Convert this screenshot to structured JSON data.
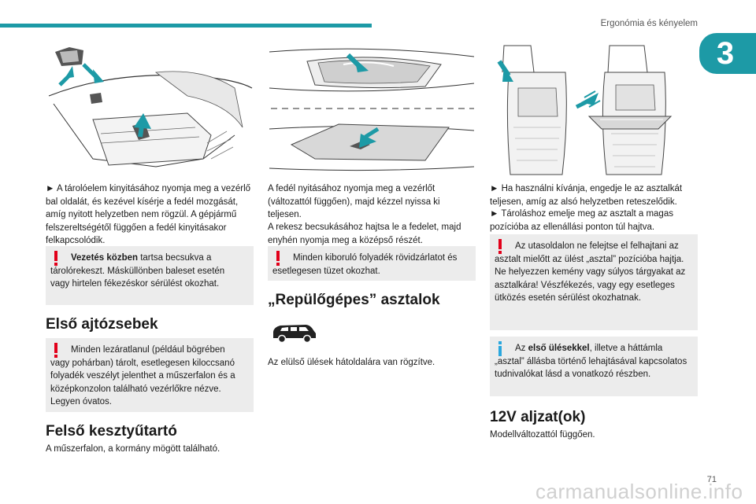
{
  "header": {
    "title": "Ergonómia és kényelem",
    "chapter": "3"
  },
  "col1": {
    "p1": "► A tárolóelem kinyitásához nyomja meg a vezérlő bal oldalát, és kezével kísérje a fedél mozgását, amíg nyitott helyzetben nem rögzül. A gépjármű felszereltségétől függően a fedél kinyitásakor felkapcsolódik.",
    "warn1_bold": "Vezetés közben",
    "warn1_rest": " tartsa becsukva a tárolórekeszt. Másküllönben baleset esetén vagy hirtelen fékezéskor sérülést okozhat.",
    "h_doors": "Első ajtózsebek",
    "warn2": "Minden lezáratlanul (például bögrében vagy pohárban) tárolt, esetlegesen kiloccsanó folyadék veszélyt jelenthet a műszerfalon és a középkonzolon található vezérlőkre nézve. Legyen óvatos.",
    "h_glove": "Felső kesztyűtartó",
    "p_glove": "A műszerfalon, a kormány mögött található."
  },
  "col2": {
    "p1": "A fedél nyitásához nyomja meg a vezérlőt (változattól függően), majd kézzel nyissa ki teljesen.",
    "p2": "A rekesz becsukásához hajtsa le a fedelet, majd enyhén nyomja meg a középső részét.",
    "warn": "Minden kiboruló folyadék rövidzárlatot és esetlegesen tüzet okozhat.",
    "h_tables": "„Repülőgépes” asztalok",
    "p_tables": "Az elülső ülések hátoldalára van rögzítve."
  },
  "col3": {
    "p1": "► Ha használni kívánja, engedje le az asztalkát teljesen, amíg az alsó helyzetben reteszelődik.",
    "p2": "► Tároláshoz emelje meg az asztalt a magas pozícióba az ellenállási ponton túl hajtva.",
    "warn": "Az utasoldalon ne felejtse el felhajtani az asztalt mielőtt az ülést „asztal” pozícióba hajtja.",
    "warn_p2": "Ne helyezzen kemény vagy súlyos tárgyakat az asztalkára! Vészfékezés, vagy egy esetleges ütközés esetén sérülést okozhatnak.",
    "info_pre": "Az ",
    "info_bold": "első ülésekkel",
    "info_rest": ", illetve a háttámla „asztal” állásba történő lehajtásával kapcsolatos tudnivalókat lásd a vonatkozó részben.",
    "h_socket": "12V aljzat(ok)",
    "p_socket": "Modellváltozattól függően."
  },
  "footer": {
    "page": "71",
    "watermark": "carmanualsonline.info"
  },
  "colors": {
    "accent": "#1d9aa6",
    "warning": "#e2001a",
    "info": "#2aa7de",
    "box": "#ececec"
  }
}
